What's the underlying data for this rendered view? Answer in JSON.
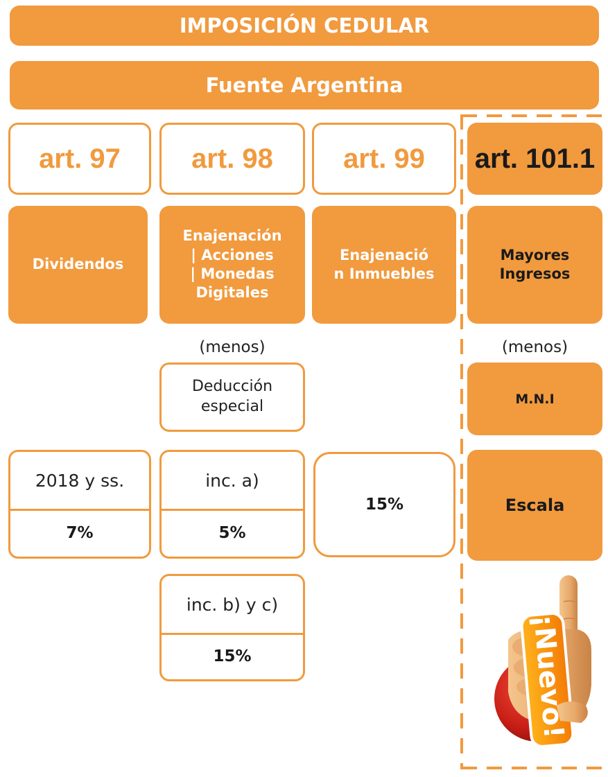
{
  "header": {
    "title": "IMPOSICIÓN CEDULAR",
    "subtitle": "Fuente Argentina"
  },
  "articles": [
    "art. 97",
    "art. 98",
    "art. 99",
    "art. 101.1"
  ],
  "categories": {
    "dividendos": "Dividendos",
    "enajenacion_acciones": [
      "Enajenación",
      "| Acciones",
      "| Monedas",
      "Digitales"
    ],
    "enajenacion_inmuebles": [
      "Enajenació",
      "n Inmuebles"
    ],
    "mayores_ingresos": [
      "Mayores",
      "Ingresos"
    ]
  },
  "menos_left": "(menos)",
  "menos_right": "(menos)",
  "deduccion": [
    "Deducción",
    "especial"
  ],
  "mni": "M.N.I",
  "dividendos_rate": {
    "label": "2018 y ss.",
    "rate": "7%"
  },
  "acciones_rate_a": {
    "label": "inc. a)",
    "rate": "5%"
  },
  "acciones_rate_bc": {
    "label": "inc. b) y c)",
    "rate": "15%"
  },
  "inmuebles_rate": "15%",
  "escala": "Escala",
  "badge": {
    "text": "¡Nuevo!"
  },
  "colors": {
    "accent": "#f19a3e",
    "badge_red": "#d6241c",
    "text_dark": "#1a1a1a"
  }
}
